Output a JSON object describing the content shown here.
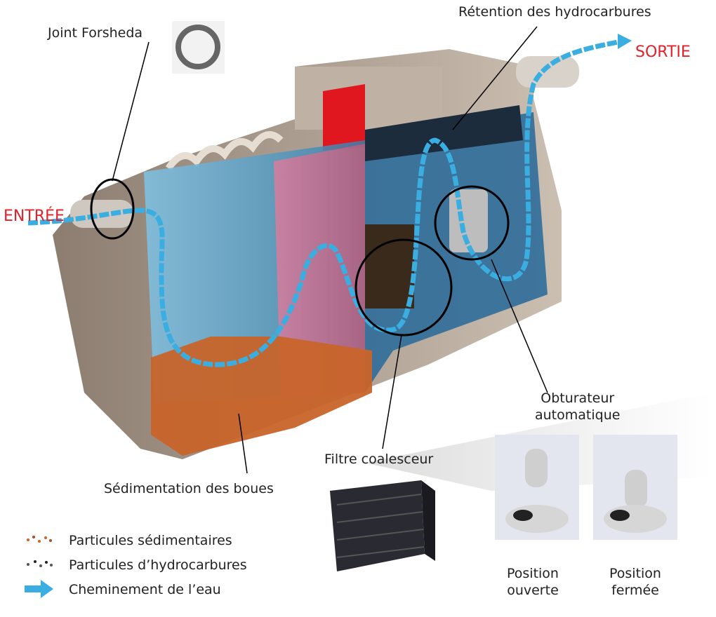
{
  "labels": {
    "retention": "Rétention des hydrocarbures",
    "joint": "Joint Forsheda",
    "sortie": "SORTIE",
    "entree": "ENTRÉE",
    "obturateur_line1": "Obturateur",
    "obturateur_line2": "automatique",
    "filtre": "Filtre coalesceur",
    "sedimentation": "Sédimentation des boues"
  },
  "legend": [
    {
      "icon": "sediment-particles-icon",
      "label": "Particules sédimentaires"
    },
    {
      "icon": "hydrocarbon-particles-icon",
      "label": "Particules d’hydrocarbures"
    },
    {
      "icon": "water-flow-arrow-icon",
      "label": "Cheminement de l’eau"
    }
  ],
  "positions": [
    {
      "line1": "Position",
      "line2": "ouverte"
    },
    {
      "line1": "Position",
      "line2": "fermée"
    }
  ],
  "colors": {
    "accent_red": "#e4202a",
    "water_blue": "#3aaee0",
    "tank": "#a89a8c",
    "sludge": "#c8642a"
  }
}
